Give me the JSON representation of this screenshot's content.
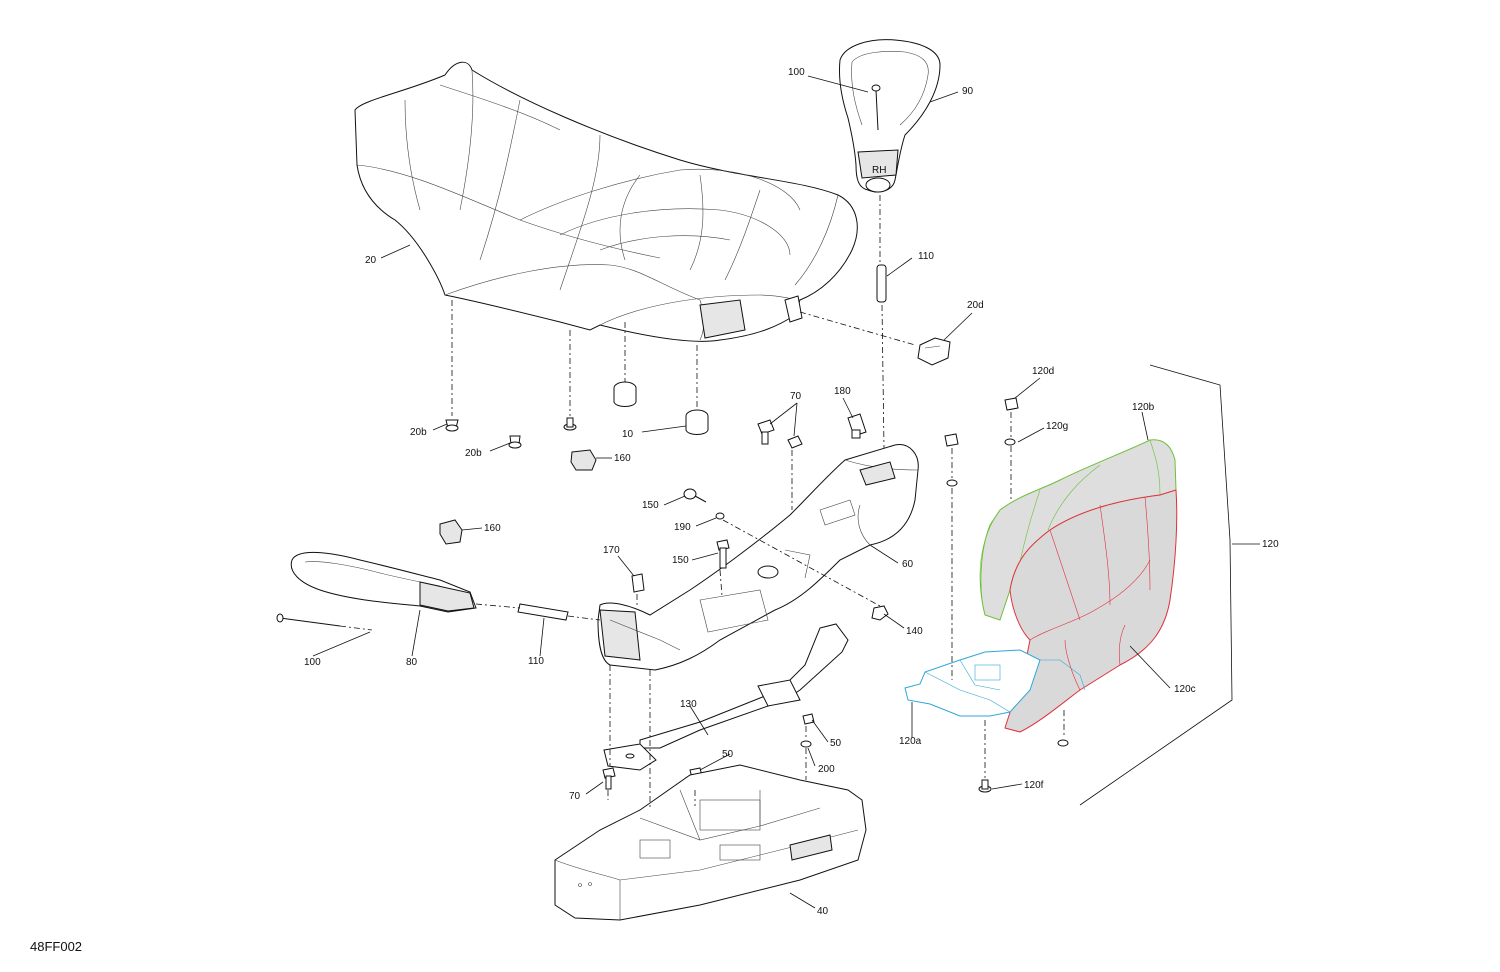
{
  "figure_id": "48FF002",
  "colors": {
    "line": "#111111",
    "part_120b_highlight": "#6fbf3a",
    "part_120c_highlight": "#e0303c",
    "part_120a_highlight": "#2ea7d6"
  },
  "callouts": {
    "c100_top": "100",
    "c90": "90",
    "c110_top": "110",
    "c20": "20",
    "c20d": "20d",
    "c20b_a": "20b",
    "c20b_b": "20b",
    "c10": "10",
    "c160_a": "160",
    "c160_b": "160",
    "c70_top": "70",
    "c180": "180",
    "c120d": "120d",
    "c120b": "120b",
    "c120g": "120g",
    "c120": "120",
    "c150_a": "150",
    "c190": "190",
    "c150_b": "150",
    "c170": "170",
    "c60": "60",
    "c140": "140",
    "c100_bottom": "100",
    "c80": "80",
    "c110_bottom": "110",
    "c130": "130",
    "c50_a": "50",
    "c50_b": "50",
    "c200": "200",
    "c70_bottom": "70",
    "c40": "40",
    "c120a": "120a",
    "c120c": "120c",
    "c120f": "120f"
  }
}
